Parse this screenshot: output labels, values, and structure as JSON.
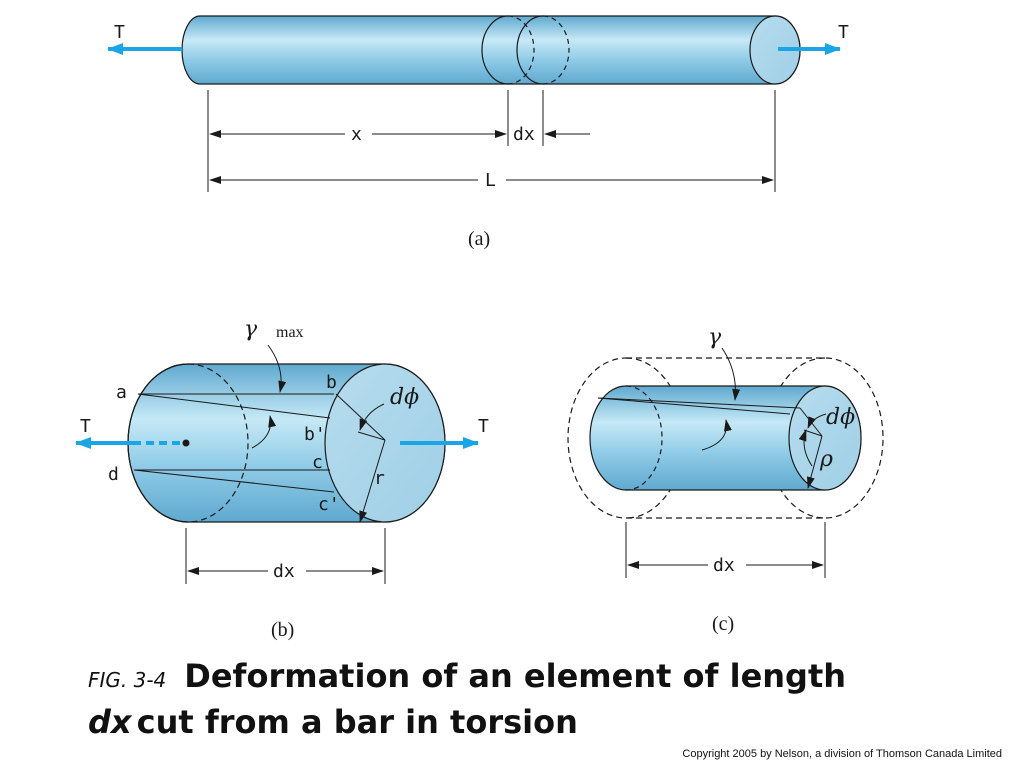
{
  "colors": {
    "bar_blue_light": "#c6e9f6",
    "bar_blue": "#8fcbe7",
    "bar_blue_dark": "#5fa9cf",
    "torque_arrow": "#1aa6e6",
    "line": "#1a1a1a"
  },
  "panel_a": {
    "label": "(a)",
    "torque_left": "T",
    "torque_right": "T",
    "dim_x": "x",
    "dim_dx": "dx",
    "dim_L": "L"
  },
  "panel_b": {
    "label": "(b)",
    "torque_left": "T",
    "torque_right": "T",
    "gamma": "γ",
    "gamma_sub": "max",
    "pt_a": "a",
    "pt_b": "b",
    "pt_b_prime": "b'",
    "pt_c": "c",
    "pt_c_prime": "c'",
    "pt_d": "d",
    "angle": "dϕ",
    "radius": "r",
    "dim_dx": "dx"
  },
  "panel_c": {
    "label": "(c)",
    "gamma": "γ",
    "angle": "dϕ",
    "rho": "ρ",
    "dim_dx": "dx"
  },
  "caption": {
    "fig_label": "FIG. 3-4",
    "title": "Deformation of an element of length",
    "dx": "dx",
    "rest": "cut from a bar in torsion"
  },
  "copyright": "Copyright 2005 by Nelson, a division of Thomson Canada Limited"
}
